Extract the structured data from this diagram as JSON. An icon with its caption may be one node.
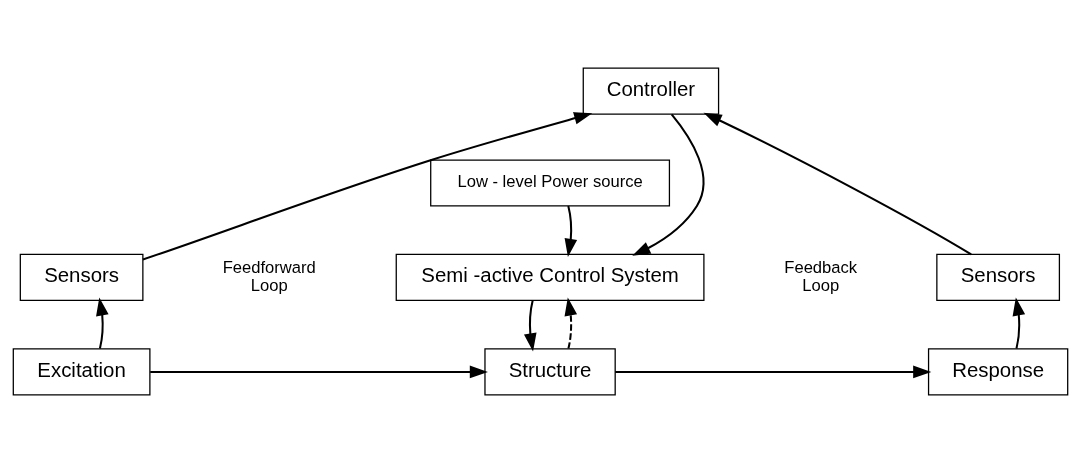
{
  "diagram": {
    "nodes": [
      {
        "text": [
          "Controller"
        ]
      },
      {
        "text": [
          "Low - level Power source"
        ]
      },
      {
        "text": [
          "Sensors"
        ]
      },
      {
        "text": [
          "Semi -active Control System"
        ]
      },
      {
        "text": [
          "Sensors"
        ]
      },
      {
        "text": [
          "Excitation"
        ]
      },
      {
        "text": [
          "Structure"
        ]
      },
      {
        "text": [
          "Response"
        ]
      }
    ],
    "edges": [
      {
        "from": 2,
        "to": 0,
        "arrow": "to"
      },
      {
        "from": 4,
        "to": 0,
        "arrow": "to"
      },
      {
        "from": 1,
        "to": 3,
        "arrow": "to"
      },
      {
        "from": 0,
        "to": 3,
        "arrow": "to"
      },
      {
        "from": 5,
        "to": 2,
        "arrow": "to"
      },
      {
        "from": 3,
        "to": 6,
        "arrow": "to"
      },
      {
        "from": 6,
        "to": 3,
        "arrow": "to",
        "style": "dashed"
      },
      {
        "from": 7,
        "to": 4,
        "arrow": "to"
      },
      {
        "from": 5,
        "to": 6,
        "arrow": "to"
      },
      {
        "from": 6,
        "to": 7,
        "arrow": "to"
      }
    ],
    "labels": [
      "Feedforward Loop",
      "Feedback Loop"
    ]
  }
}
